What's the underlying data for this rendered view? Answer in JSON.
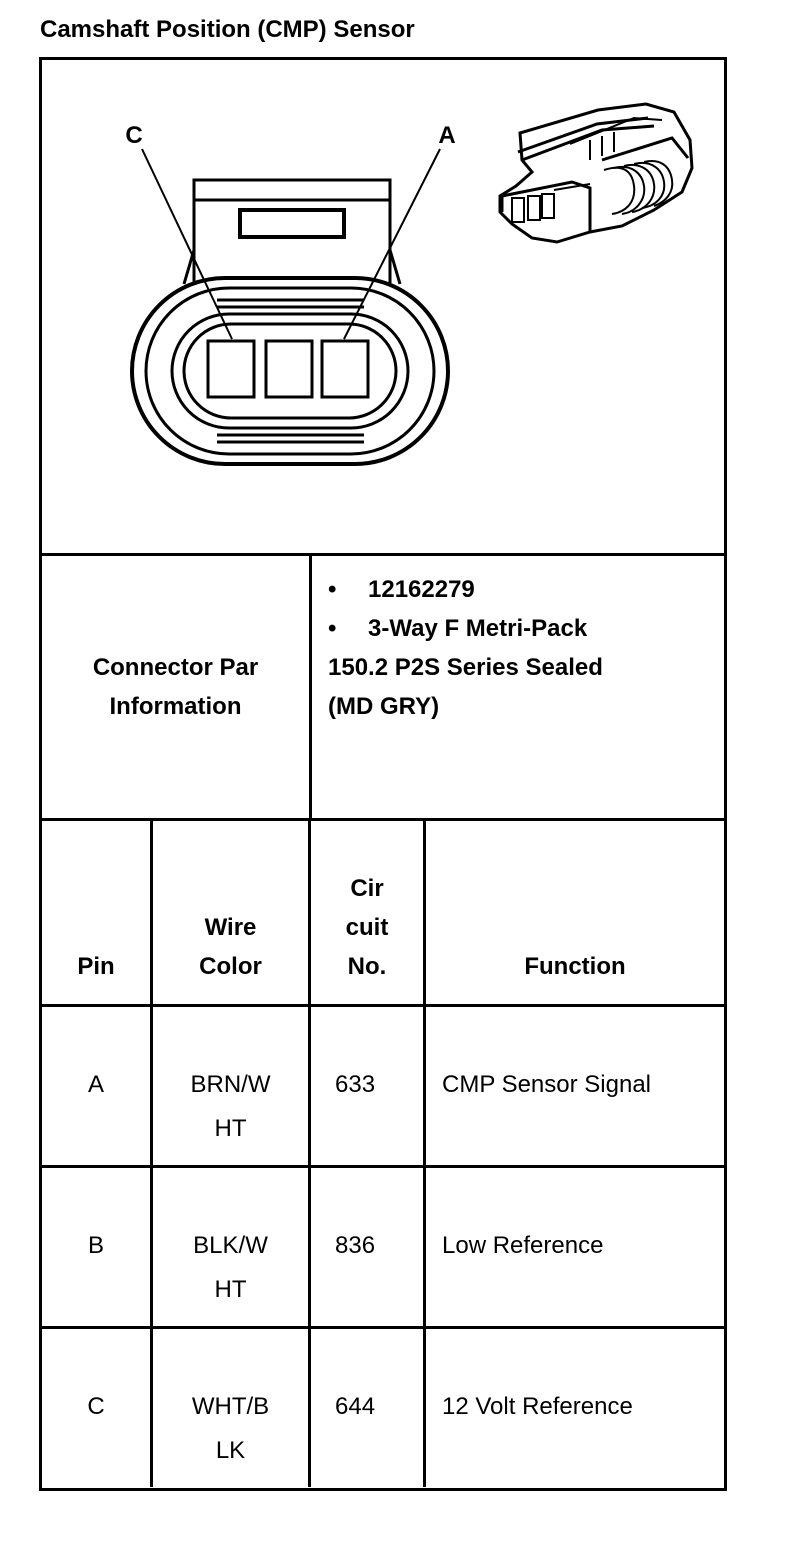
{
  "title": "Camshaft Position (CMP) Sensor",
  "diagram": {
    "pin_labels": [
      "C",
      "A"
    ],
    "cavities": 3
  },
  "connector_info": {
    "label": "Connector Par Information",
    "label_lines": [
      "Connector Par",
      "Information"
    ],
    "bullets": [
      "12162279",
      "3-Way F Metri-Pack"
    ],
    "continuation": [
      "150.2 P2S Series Sealed",
      "(MD GRY)"
    ]
  },
  "table": {
    "headers": {
      "pin": "Pin",
      "wire_color": [
        "Wire",
        "Color"
      ],
      "circuit": [
        "Cir",
        "cuit",
        "No."
      ],
      "function": "Function"
    },
    "rows": [
      {
        "pin": "A",
        "wire": [
          "BRN/W",
          "HT"
        ],
        "circuit": "633",
        "function": "CMP Sensor Signal"
      },
      {
        "pin": "B",
        "wire": [
          "BLK/W",
          "HT"
        ],
        "circuit": "836",
        "function": "Low Reference"
      },
      {
        "pin": "C",
        "wire": [
          "WHT/B",
          "LK"
        ],
        "circuit": "644",
        "function": "12 Volt Reference"
      }
    ]
  }
}
